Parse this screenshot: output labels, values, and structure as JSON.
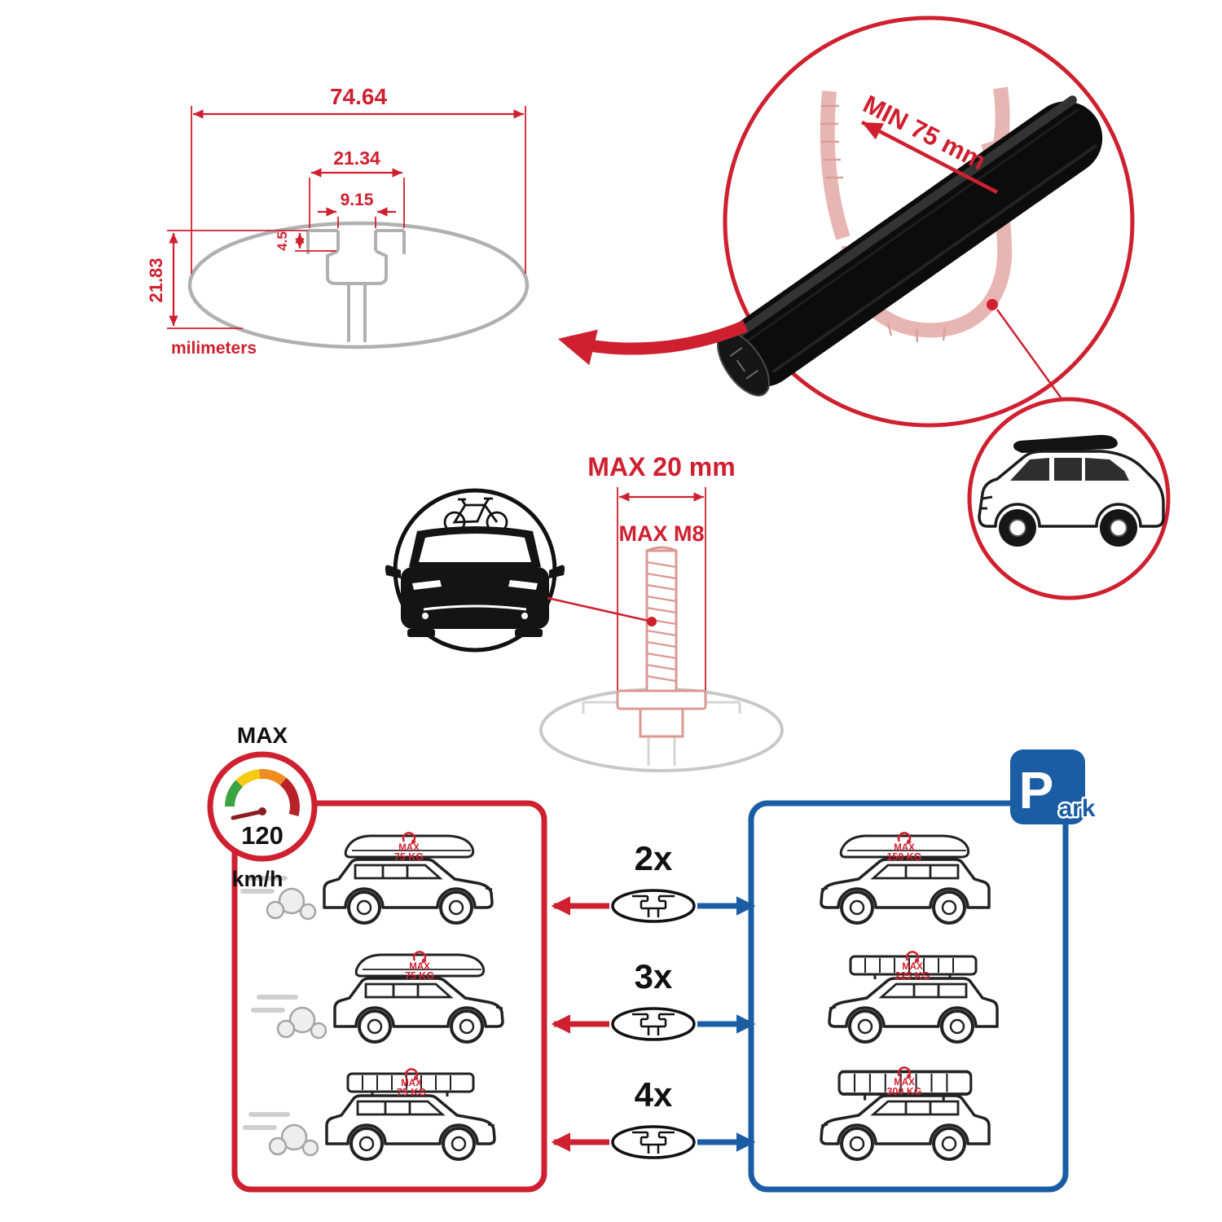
{
  "colors": {
    "red": "#cf2030",
    "blue": "#1a5da5",
    "pink": "#e7b6b2",
    "gray": "#b0b0b0",
    "black": "#111111"
  },
  "dimension_drawing": {
    "total_width": "74.64",
    "cavity_width": "21.34",
    "slot_opening": "9.15",
    "lip_depth": "4.5",
    "profile_height": "21.83",
    "units_label": "milimeters"
  },
  "detail_view": {
    "min_span_label": "MIN 75 mm"
  },
  "bolt_spec": {
    "max_width_label": "MAX 20 mm",
    "max_thread_label": "MAX M8"
  },
  "speed_limit": {
    "title": "MAX",
    "value": "120",
    "units": "km/h"
  },
  "park_sign": {
    "letter": "P",
    "suffix": "ark"
  },
  "driving_panel": {
    "cars": [
      {
        "max_label": "MAX",
        "load": "75 KG"
      },
      {
        "max_label": "MAX",
        "load": "75 KG"
      },
      {
        "max_label": "MAX",
        "load": "75 KG"
      }
    ]
  },
  "parked_panel": {
    "cars": [
      {
        "max_label": "MAX",
        "load": "150 KG"
      },
      {
        "max_label": "MAX",
        "load": "225 KG"
      },
      {
        "max_label": "MAX",
        "load": "300 KG"
      }
    ]
  },
  "multipliers": [
    {
      "label": "2x"
    },
    {
      "label": "3x"
    },
    {
      "label": "4x"
    }
  ]
}
